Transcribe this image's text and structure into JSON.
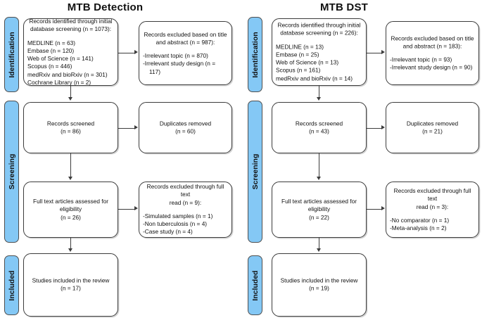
{
  "figure": {
    "type": "prisma-flow-diagram",
    "accent_blue": "#84c8f5",
    "box_border": "#3c3c3c"
  },
  "panels": [
    {
      "title": "MTB Detection",
      "phases": [
        {
          "label": "Identification"
        },
        {
          "label": "Screening"
        },
        {
          "label": "Included"
        }
      ],
      "nodes": {
        "identified": {
          "line1": "Records identified through initial",
          "line2": "database screening (n = 1073):",
          "sources": [
            "MEDLINE (n = 63)",
            "Embase (n = 120)",
            "Web of Science (n = 141)",
            "Scopus (n = 446)",
            "medRxiv and bioRxiv (n = 301)",
            "Cochrane Library (n = 2)"
          ]
        },
        "excluded_title_abstract": {
          "line1": "Records excluded based on title",
          "line2": "and abstract (n = 987):",
          "reasons": [
            "-Irrelevant topic (n = 870)",
            "-Irrelevant study design (n = 117)"
          ]
        },
        "screened": {
          "line1": "Records screened",
          "line2": "(n = 86)"
        },
        "duplicates": {
          "line1": "Duplicates removed",
          "line2": "(n = 60)"
        },
        "fulltext": {
          "line1": "Full text articles assessed for",
          "line2": "eligibility",
          "line3": "(n = 26)"
        },
        "excluded_fulltext": {
          "line1": "Records excluded through full text",
          "line2": "read (n = 9):",
          "reasons": [
            "-Simulated samples (n = 1)",
            "-Non tuberculosis (n = 4)",
            "-Case study (n = 4)"
          ]
        },
        "included": {
          "line1": "Studies included in the review",
          "line2": "(n = 17)"
        }
      }
    },
    {
      "title": "MTB DST",
      "phases": [
        {
          "label": "Identification"
        },
        {
          "label": "Screening"
        },
        {
          "label": "Included"
        }
      ],
      "nodes": {
        "identified": {
          "line1": "Records identified through initial",
          "line2": "database screening (n = 226):",
          "sources": [
            "MEDLINE (n = 13)",
            "Embase (n = 25)",
            "Web of Science (n = 13)",
            "Scopus (n = 161)",
            "medRxiv and bioRxiv (n = 14)"
          ]
        },
        "excluded_title_abstract": {
          "line1": "Records excluded based on title",
          "line2": "and abstract (n = 183):",
          "reasons": [
            "-Irrelevant topic (n = 93)",
            "-Irrelevant study design (n = 90)"
          ]
        },
        "screened": {
          "line1": "Records screened",
          "line2": "(n = 43)"
        },
        "duplicates": {
          "line1": "Duplicates removed",
          "line2": "(n = 21)"
        },
        "fulltext": {
          "line1": "Full text articles assessed for",
          "line2": "eligibility",
          "line3": "(n = 22)"
        },
        "excluded_fulltext": {
          "line1": "Records excluded through full text",
          "line2": "read (n = 3):",
          "reasons": [
            "-No comparator (n = 1)",
            "-Meta-analysis (n = 2)"
          ]
        },
        "included": {
          "line1": "Studies included in the review",
          "line2": "(n = 19)"
        }
      }
    }
  ]
}
